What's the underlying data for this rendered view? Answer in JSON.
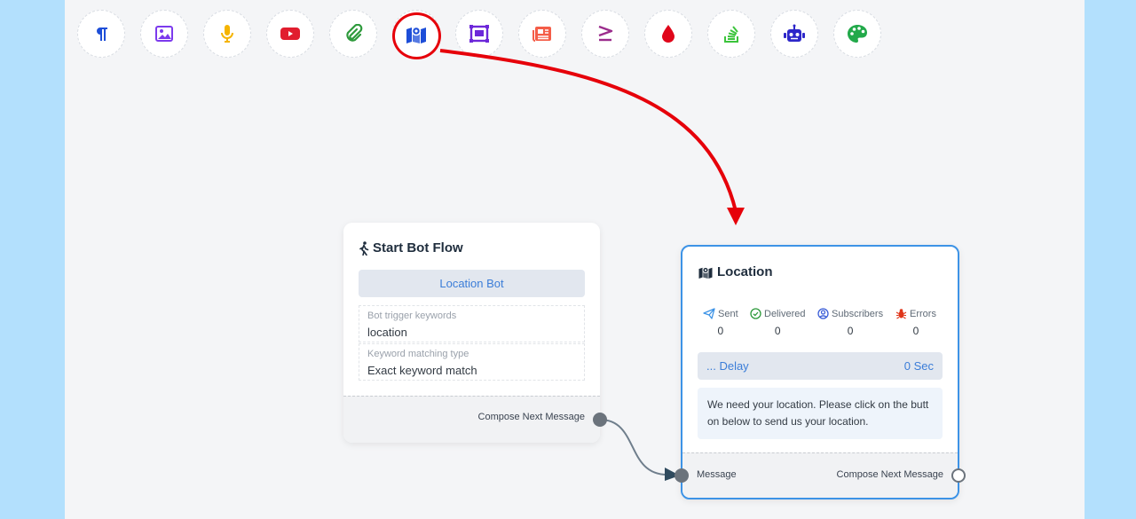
{
  "toolbar": {
    "icons": [
      {
        "name": "paragraph-icon",
        "color": "#1d4ed8"
      },
      {
        "name": "image-icon",
        "color": "#7c3aed"
      },
      {
        "name": "microphone-icon",
        "color": "#f5b400"
      },
      {
        "name": "youtube-icon",
        "color": "#e11d2e"
      },
      {
        "name": "paperclip-icon",
        "color": "#2e9a3c"
      },
      {
        "name": "map-location-icon",
        "color": "#1d4ed8"
      },
      {
        "name": "carousel-icon",
        "color": "#6d28d9"
      },
      {
        "name": "newspaper-icon",
        "color": "#f45d48"
      },
      {
        "name": "greater-equal-icon",
        "color": "#9b2c8c"
      },
      {
        "name": "droplet-icon",
        "color": "#e0061a"
      },
      {
        "name": "stack-overflow-icon",
        "color": "#3cc43c"
      },
      {
        "name": "robot-icon",
        "color": "#2d27c9"
      },
      {
        "name": "palette-icon",
        "color": "#22a94a"
      }
    ]
  },
  "start_node": {
    "title": "Start Bot Flow",
    "bot_name": "Location Bot",
    "trigger_label": "Bot trigger keywords",
    "trigger_value": "location",
    "match_label": "Keyword matching type",
    "match_value": "Exact keyword match",
    "footer_label": "Compose Next Message"
  },
  "location_node": {
    "title": "Location",
    "stats": {
      "sent_label": "Sent",
      "sent_value": "0",
      "delivered_label": "Delivered",
      "delivered_value": "0",
      "subscribers_label": "Subscribers",
      "subscribers_value": "0",
      "errors_label": "Errors",
      "errors_value": "0"
    },
    "delay_label": "... Delay",
    "delay_value": "0 Sec",
    "message": "We need your location. Please click on the butt on below to send us your location.",
    "input_label": "Message",
    "output_label": "Compose Next Message"
  },
  "colors": {
    "highlight": "#e6000a",
    "node_border_active": "#3d93e6",
    "link_accent": "#3b7dd8"
  }
}
